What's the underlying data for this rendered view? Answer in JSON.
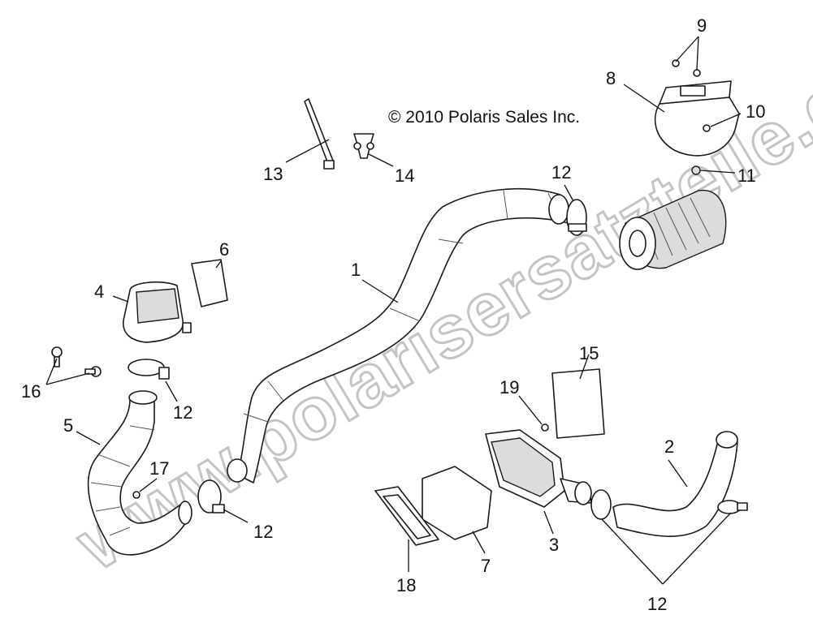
{
  "copyright": "© 2010 Polaris Sales Inc.",
  "watermark": "www.polarisersatzteile.de",
  "callouts": {
    "c1": "1",
    "c2": "2",
    "c3": "3",
    "c4": "4",
    "c5": "5",
    "c6": "6",
    "c7": "7",
    "c8": "8",
    "c9": "9",
    "c10": "10",
    "c11": "11",
    "c12a": "12",
    "c12b": "12",
    "c12c": "12",
    "c12d": "12",
    "c13": "13",
    "c14": "14",
    "c15": "15",
    "c16": "16",
    "c17": "17",
    "c18": "18",
    "c19": "19"
  },
  "colors": {
    "line": "#1a1a1a",
    "watermark": "#c4c4c4",
    "background": "#ffffff"
  }
}
